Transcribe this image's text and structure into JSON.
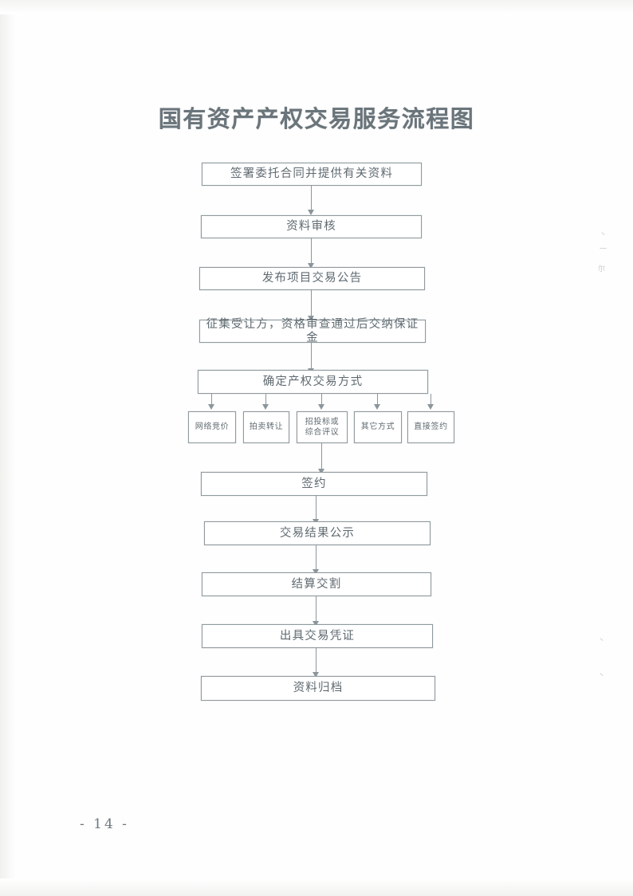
{
  "document": {
    "title": "国有资产产权交易服务流程图",
    "page_number": "- 14 -",
    "margin_marks": [
      "丶",
      "一",
      "尔",
      "丶",
      "丶"
    ]
  },
  "colors": {
    "paper": "#fefefe",
    "ink": "#5f6a70",
    "border": "#909a9e",
    "connector": "#8b969b"
  },
  "chart_data": {
    "type": "flowchart",
    "title": "国有资产产权交易服务流程图",
    "orientation": "top-to-bottom",
    "nodes": [
      {
        "id": "n1",
        "label": "签署委托合同并提供有关资料",
        "shape": "rect",
        "level": 1
      },
      {
        "id": "n2",
        "label": "资料审核",
        "shape": "rect",
        "level": 2
      },
      {
        "id": "n3",
        "label": "发布项目交易公告",
        "shape": "rect",
        "level": 3
      },
      {
        "id": "n4",
        "label": "征集受让方，资格审查通过后交纳保证金",
        "shape": "rect",
        "level": 4
      },
      {
        "id": "n5",
        "label": "确定产权交易方式",
        "shape": "rect",
        "level": 5
      },
      {
        "id": "b1",
        "label": "网络竞价",
        "shape": "rect",
        "level": 6
      },
      {
        "id": "b2",
        "label": "拍卖转让",
        "shape": "rect",
        "level": 6
      },
      {
        "id": "b3",
        "label": "招投标或综合评议",
        "label_line1": "招投标或",
        "label_line2": "综合评议",
        "shape": "rect",
        "level": 6
      },
      {
        "id": "b4",
        "label": "其它方式",
        "shape": "rect",
        "level": 6
      },
      {
        "id": "b5",
        "label": "直接签约",
        "shape": "rect",
        "level": 6
      },
      {
        "id": "n6",
        "label": "签约",
        "shape": "rect",
        "level": 7
      },
      {
        "id": "n7",
        "label": "交易结果公示",
        "shape": "rect",
        "level": 8
      },
      {
        "id": "n8",
        "label": "结算交割",
        "shape": "rect",
        "level": 9
      },
      {
        "id": "n9",
        "label": "出具交易凭证",
        "shape": "rect",
        "level": 10
      },
      {
        "id": "n10",
        "label": "资料归档",
        "shape": "rect",
        "level": 11
      }
    ],
    "edges": [
      {
        "from": "n1",
        "to": "n2",
        "arrow": true
      },
      {
        "from": "n2",
        "to": "n3",
        "arrow": true
      },
      {
        "from": "n3",
        "to": "n4",
        "arrow": true
      },
      {
        "from": "n4",
        "to": "n5",
        "arrow": true
      },
      {
        "from": "n5",
        "to": "b1",
        "arrow": true
      },
      {
        "from": "n5",
        "to": "b2",
        "arrow": true
      },
      {
        "from": "n5",
        "to": "b3",
        "arrow": true
      },
      {
        "from": "n5",
        "to": "b4",
        "arrow": true
      },
      {
        "from": "n5",
        "to": "b5",
        "arrow": true
      },
      {
        "from": "b3",
        "to": "n6",
        "arrow": true
      },
      {
        "from": "n6",
        "to": "n7",
        "arrow": true
      },
      {
        "from": "n7",
        "to": "n8",
        "arrow": true
      },
      {
        "from": "n8",
        "to": "n9",
        "arrow": true
      },
      {
        "from": "n9",
        "to": "n10",
        "arrow": true
      }
    ]
  }
}
